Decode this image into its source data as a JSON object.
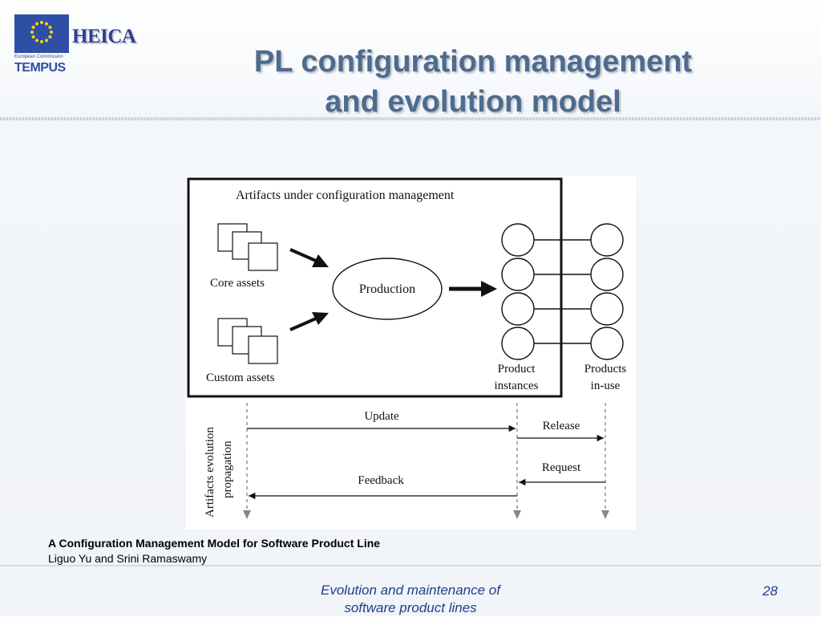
{
  "logo": {
    "brand": "HEICA",
    "commission": "European Commission",
    "program": "TEMPUS"
  },
  "title": {
    "line1": "PL configuration management",
    "line2": "and evolution model"
  },
  "diagram": {
    "box_label": "Artifacts under configuration management",
    "core_assets": "Core assets",
    "custom_assets": "Custom assets",
    "production": "Production",
    "product_instances": [
      "Product",
      "instances"
    ],
    "products_in_use": [
      "Products",
      "in-use"
    ],
    "vertical_label": [
      "Artifacts evolution",
      "propagation"
    ],
    "update": "Update",
    "feedback": "Feedback",
    "release": "Release",
    "request": "Request"
  },
  "caption": {
    "title": "A Configuration Management Model for Software Product Line",
    "authors": "Liguo Yu and Srini Ramaswamy"
  },
  "footer": {
    "line1": "Evolution and maintenance of",
    "line2": "software product lines",
    "page": "28"
  }
}
